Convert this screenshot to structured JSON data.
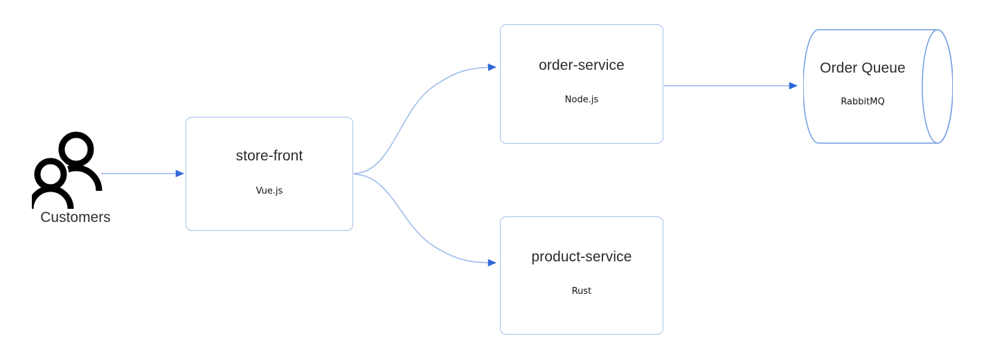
{
  "diagram": {
    "type": "architecture-flow-diagram",
    "background_color": "#ffffff",
    "edge_color": "#a3c0ea",
    "arrowhead_color": "#2f68d8",
    "node_border_color": "#a3c0ea",
    "title_text_color": "#2b2b2b",
    "subtitle_text_color": "#111111"
  },
  "actors": [
    {
      "id": "customers",
      "icon": "two-people-icon",
      "label": "Customers"
    }
  ],
  "nodes": [
    {
      "id": "store-front",
      "shape": "rounded-rectangle",
      "title": "store-front",
      "subtitle": "Vue.js"
    },
    {
      "id": "order-service",
      "shape": "rounded-rectangle",
      "title": "order-service",
      "subtitle": "Node.js"
    },
    {
      "id": "product-service",
      "shape": "rounded-rectangle",
      "title": "product-service",
      "subtitle": "Rust"
    },
    {
      "id": "order-queue",
      "shape": "cylinder",
      "title": "Order Queue",
      "subtitle": "RabbitMQ"
    }
  ],
  "edges": [
    {
      "id": "customers-to-store-front",
      "from": "customers",
      "to": "store-front",
      "style": "straight",
      "arrow": "end"
    },
    {
      "id": "store-front-to-order-service",
      "from": "store-front",
      "to": "order-service",
      "style": "curved",
      "arrow": "end"
    },
    {
      "id": "store-front-to-product-service",
      "from": "store-front",
      "to": "product-service",
      "style": "curved",
      "arrow": "end"
    },
    {
      "id": "order-service-to-order-queue",
      "from": "order-service",
      "to": "order-queue",
      "style": "straight",
      "arrow": "end"
    }
  ]
}
